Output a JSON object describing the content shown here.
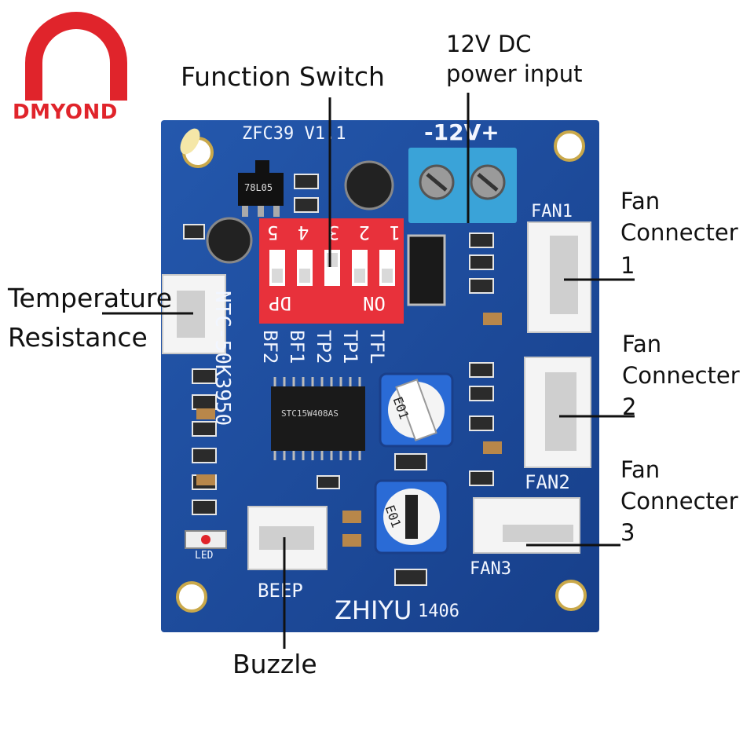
{
  "logo": {
    "brand": "DMYOND",
    "color": "#e0242b"
  },
  "board": {
    "color": "#1c4fa3",
    "model": "ZFC39 V1.1",
    "regulator": "78L05",
    "power_label": "-12V+",
    "fan1_label": "FAN1",
    "fan2_label": "FAN2",
    "fan3_label": "FAN3",
    "beep_label": "BEEP",
    "led_label": "LED",
    "maker": "ZHIYU",
    "date_code": "1406",
    "ntc": "NTC-50K3950",
    "dip_numbers": [
      "5",
      "4",
      "3",
      "2",
      "1"
    ],
    "dip_dp": "DP",
    "dip_on": "ON",
    "dip_functions": [
      "TFL",
      "TP1",
      "TP2",
      "BF1",
      "BF2"
    ],
    "chip": "STC15W408AS",
    "pot_label": "E01",
    "dip_color": "#e8313b",
    "terminal_color": "#3aa3d8"
  },
  "annotations": {
    "function_switch": "Function Switch",
    "power_line1": "12V DC",
    "power_line2": "power input",
    "fan1_line1": "Fan",
    "fan1_line2": "Connecter",
    "fan1_line3": "1",
    "fan2_line1": "Fan",
    "fan2_line2": "Connecter",
    "fan2_line3": "2",
    "fan3_line1": "Fan",
    "fan3_line2": "Connecter",
    "fan3_line3": "3",
    "temp_line1": "Temperature",
    "temp_line2": "Resistance",
    "buzzle": "Buzzle"
  }
}
